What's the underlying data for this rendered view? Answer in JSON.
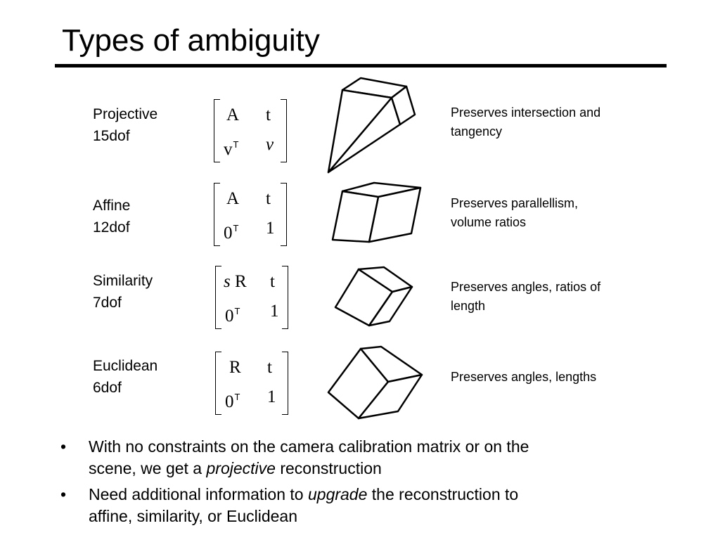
{
  "title": "Types of ambiguity",
  "rows": [
    {
      "name": "Projective",
      "dof": "15dof",
      "m11": "A",
      "m12": "t",
      "m21": "v",
      "m21_sup": "T",
      "m22": "v",
      "desc_line1": "Preserves intersection and",
      "desc_line2": "tangency"
    },
    {
      "name": "Affine",
      "dof": "12dof",
      "m11": "A",
      "m12": "t",
      "m21": "0",
      "m21_sup": "T",
      "m22": "1",
      "desc_line1": "Preserves parallellism,",
      "desc_line2": "volume ratios"
    },
    {
      "name": "Similarity",
      "dof": "7dof",
      "m11_scale": "s",
      "m11": "R",
      "m12": "t",
      "m21": "0",
      "m21_sup": "T",
      "m22": "1",
      "desc_line1": "Preserves angles, ratios of",
      "desc_line2": "length"
    },
    {
      "name": "Euclidean",
      "dof": "6dof",
      "m11": "R",
      "m12": "t",
      "m21": "0",
      "m21_sup": "T",
      "m22": "1",
      "desc_line1": "Preserves angles, lengths"
    }
  ],
  "bullets": [
    {
      "bullet_symbol": "•",
      "line1_pre": "With no constraints on the camera calibration matrix or on the",
      "line2_pre": "scene, we get a ",
      "line2_em": "projective",
      "line2_post": " reconstruction"
    },
    {
      "bullet_symbol": "•",
      "line1_pre": "Need additional information to ",
      "line1_em": "upgrade",
      "line1_post": " the reconstruction to",
      "line2_pre": "affine, similarity, or Euclidean"
    }
  ],
  "colors": {
    "text": "#000000",
    "background": "#ffffff",
    "shape_stroke": "#000000",
    "shape_fill": "#ffffff"
  }
}
